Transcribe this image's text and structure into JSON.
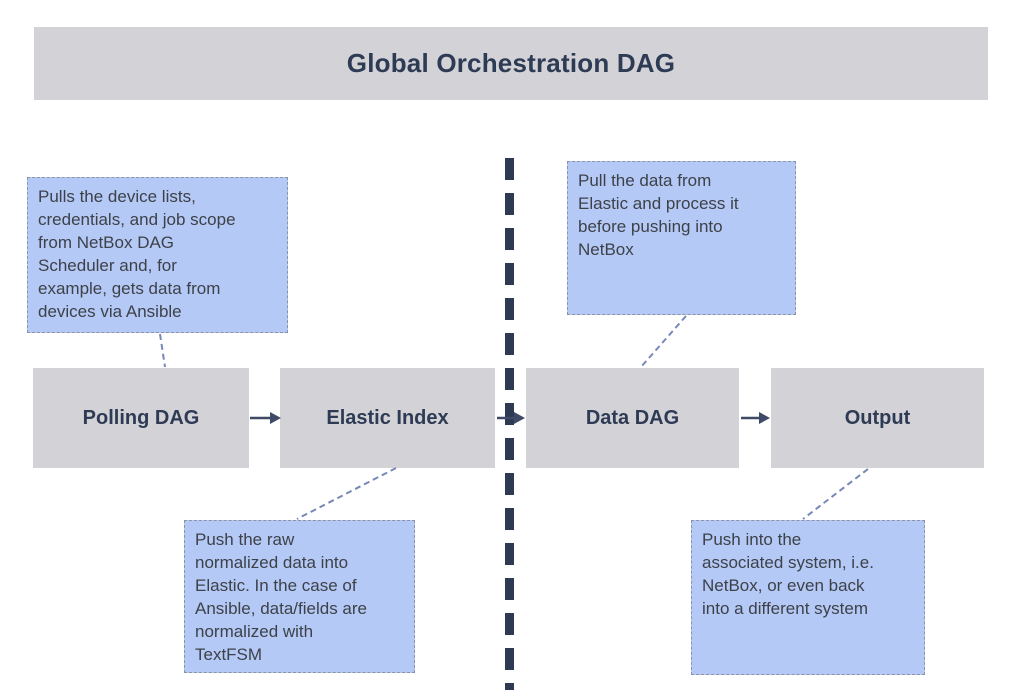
{
  "header": {
    "title": "Global Orchestration DAG"
  },
  "nodes": [
    {
      "label": "Polling DAG"
    },
    {
      "label": "Elastic Index"
    },
    {
      "label": "Data DAG"
    },
    {
      "label": "Output"
    }
  ],
  "callouts": [
    {
      "text": "Pulls the device lists,\ncredentials, and job scope\nfrom NetBox DAG\nScheduler and, for\nexample, gets data from\ndevices via Ansible"
    },
    {
      "text": "Pull the data from\nElastic and process it\nbefore pushing into\nNetBox"
    },
    {
      "text": "Push the raw\nnormalized data into\nElastic. In the case of\nAnsible, data/fields are\nnormalized with\nTextFSM"
    },
    {
      "text": "Push into the\nassociated system, i.e.\nNetBox, or even back\ninto a different system"
    }
  ],
  "colors": {
    "node_fill": "#d3d2d6",
    "header_fill": "#d3d2d6",
    "callout_fill": "#b5c9f6",
    "callout_border": "#8b93a6",
    "dark_navy": "#2e3b55",
    "divider": "#2e3a52",
    "arrow": "#3e4a66",
    "connector": "#7688b8",
    "callout_text": "#3d4148",
    "background": "#ffffff"
  }
}
